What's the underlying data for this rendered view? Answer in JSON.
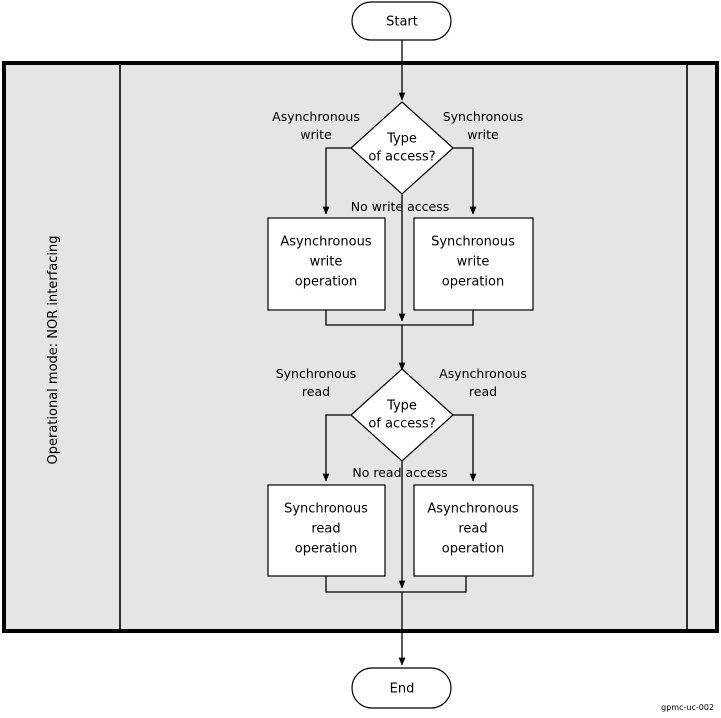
{
  "diagram": {
    "title_sidebar": "Operational mode: NOR interfacing",
    "watermark": "gpmc-uc-002",
    "background_color": "#e5e5e5",
    "shape_fill_color": "#ffffff",
    "line_color": "#000000",
    "nodes": {
      "start": "Start",
      "end": "End",
      "decision_write": {
        "line1": "Type",
        "line2": "of access?"
      },
      "decision_read": {
        "line1": "Type",
        "line2": "of access?"
      },
      "async_write_op": {
        "line1": "Asynchronous",
        "line2": "write",
        "line3": "operation"
      },
      "sync_write_op": {
        "line1": "Synchronous",
        "line2": "write",
        "line3": "operation"
      },
      "sync_read_op": {
        "line1": "Synchronous",
        "line2": "read",
        "line3": "operation"
      },
      "async_read_op": {
        "line1": "Asynchronous",
        "line2": "read",
        "line3": "operation"
      }
    },
    "edge_labels": {
      "async_write": {
        "line1": "Asynchronous",
        "line2": "write"
      },
      "sync_write": {
        "line1": "Synchronous",
        "line2": "write"
      },
      "no_write_access": "No write access",
      "sync_read": {
        "line1": "Synchronous",
        "line2": "read"
      },
      "async_read": {
        "line1": "Asynchronous",
        "line2": "read"
      },
      "no_read_access": "No read access"
    }
  }
}
